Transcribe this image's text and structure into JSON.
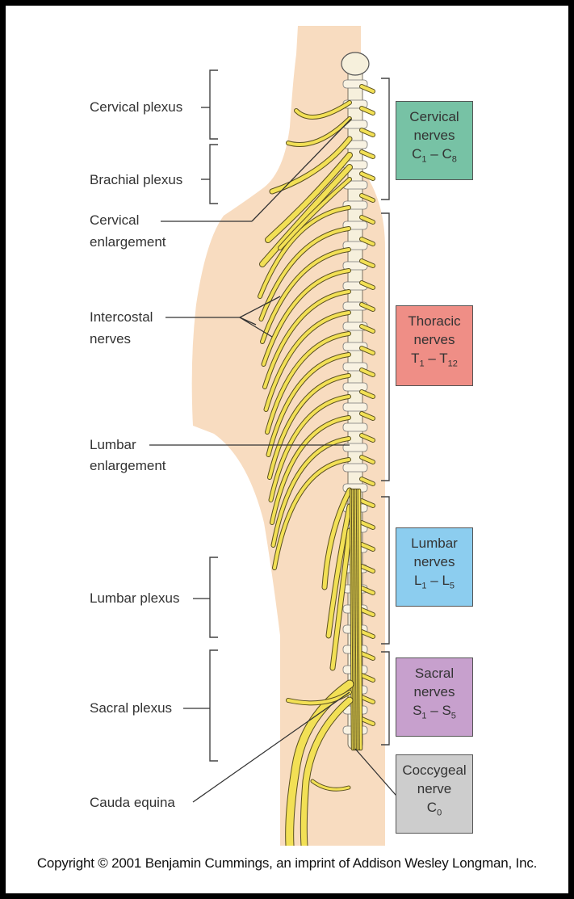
{
  "labels": {
    "cervical_plexus": "Cervical plexus",
    "brachial_plexus": "Brachial plexus",
    "cervical_enlargement_1": "Cervical",
    "cervical_enlargement_2": "enlargement",
    "intercostal_1": "Intercostal",
    "intercostal_2": "nerves",
    "lumbar_enlargement_1": "Lumbar",
    "lumbar_enlargement_2": "enlargement",
    "lumbar_plexus": "Lumbar plexus",
    "sacral_plexus": "Sacral plexus",
    "cauda_equina": "Cauda equina"
  },
  "regions": {
    "cervical": {
      "line1": "Cervical",
      "line2": "nerves",
      "range_a": "C",
      "sub_a": "1",
      "dash": " – ",
      "range_b": "C",
      "sub_b": "8",
      "color": "#77c2a5"
    },
    "thoracic": {
      "line1": "Thoracic",
      "line2": "nerves",
      "range_a": "T",
      "sub_a": "1",
      "dash": " – ",
      "range_b": "T",
      "sub_b": "12",
      "color": "#ef8e86"
    },
    "lumbar": {
      "line1": "Lumbar",
      "line2": "nerves",
      "range_a": "L",
      "sub_a": "1",
      "dash": " – ",
      "range_b": "L",
      "sub_b": "5",
      "color": "#8ccdef"
    },
    "sacral": {
      "line1": "Sacral",
      "line2": "nerves",
      "range_a": "S",
      "sub_a": "1",
      "dash": " – ",
      "range_b": "S",
      "sub_b": "5",
      "color": "#c7a0cd"
    },
    "coccygeal": {
      "line1": "Coccygeal",
      "line2": "nerve",
      "range_a": "C",
      "sub_a": "0",
      "color": "#cdcdcd"
    }
  },
  "colors": {
    "skin": "#f8dcc0",
    "nerve": "#f2e055",
    "nerve_outline": "#5a5020",
    "bracket": "#444444"
  },
  "copyright": "Copyright © 2001 Benjamin Cummings, an imprint of Addison Wesley Longman, Inc."
}
